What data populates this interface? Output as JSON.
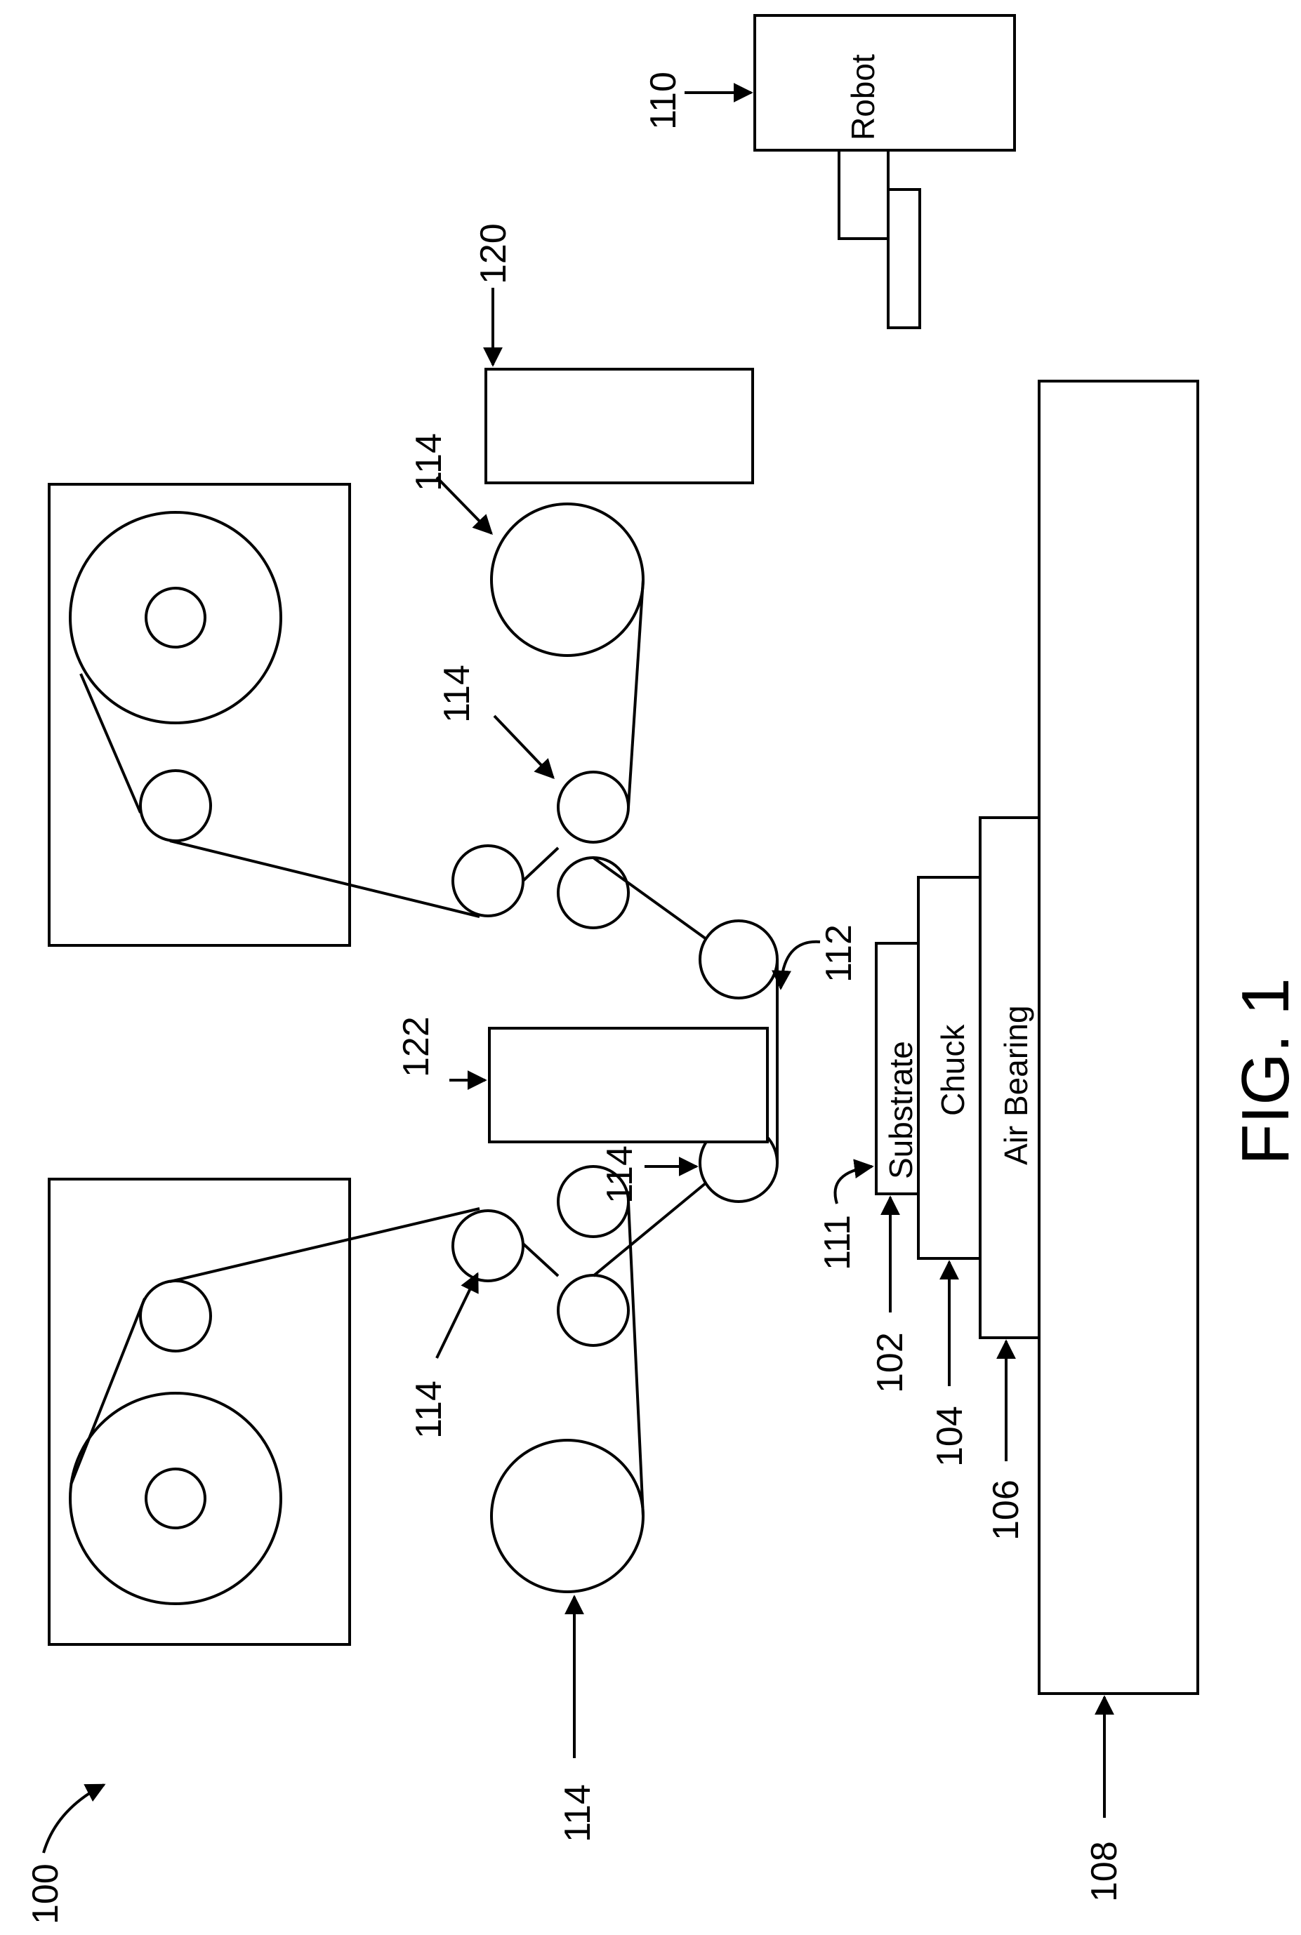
{
  "figure": {
    "caption": "FIG. 1",
    "components": {
      "robot": "Robot",
      "substrate": "Substrate",
      "chuck": "Chuck",
      "air_bearing": "Air Bearing"
    },
    "refs": {
      "system": "100",
      "substrate": "102",
      "chuck": "104",
      "air_bearing": "106",
      "base": "108",
      "robot": "110",
      "substrate_surface": "111",
      "film": "112",
      "roller": "114",
      "unit_120": "120",
      "unit_122": "122"
    }
  }
}
